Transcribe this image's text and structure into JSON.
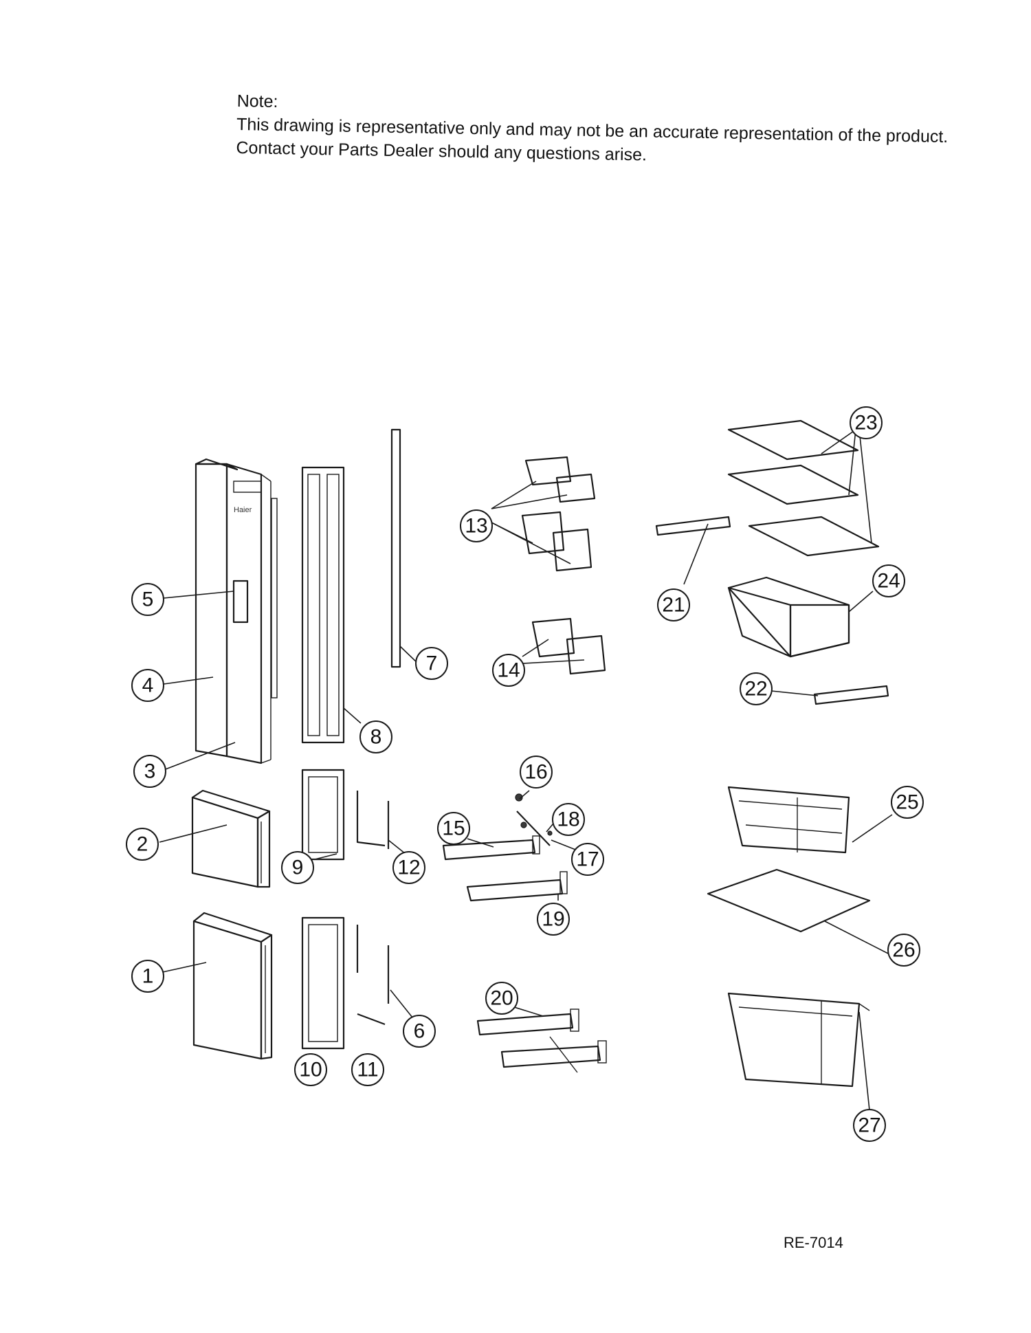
{
  "note": {
    "heading": "Note:",
    "line1": "This drawing is representative only and may not be an accurate representation of the product.",
    "line2": "Contact your Parts Dealer should any questions arise."
  },
  "brand_mark": "Haier",
  "callouts": [
    "1",
    "2",
    "3",
    "4",
    "5",
    "6",
    "7",
    "8",
    "9",
    "10",
    "11",
    "12",
    "13",
    "14",
    "15",
    "16",
    "17",
    "18",
    "19",
    "20",
    "21",
    "22",
    "23",
    "24",
    "25",
    "26",
    "27"
  ],
  "reference_code": "RE-7014"
}
